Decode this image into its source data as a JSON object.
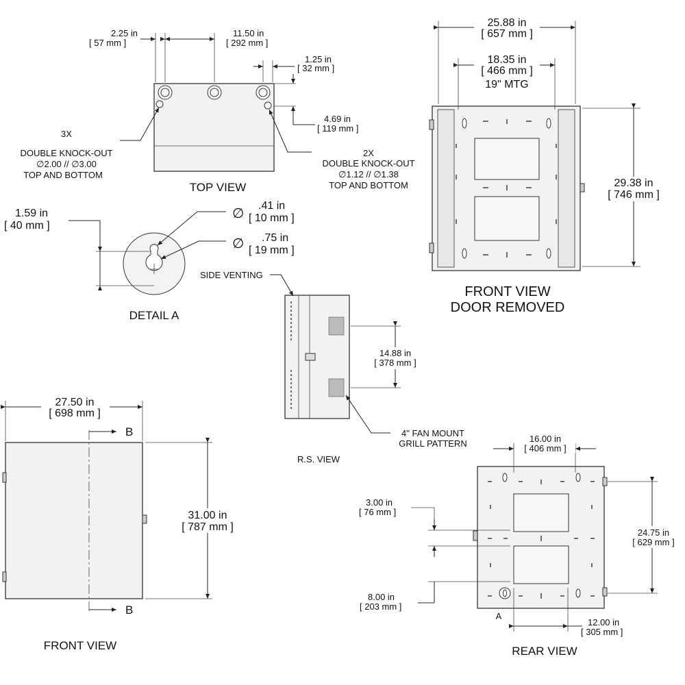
{
  "top_view": {
    "title": "TOP VIEW",
    "dim_a_in": "2.25 in",
    "dim_a_mm": "[ 57 mm ]",
    "dim_b_in": "11.50 in",
    "dim_b_mm": "[ 292 mm ]",
    "dim_c_in": "1.25 in",
    "dim_c_mm": "[ 32 mm ]",
    "dim_d_in": "4.69 in",
    "dim_d_mm": "[ 119 mm ]",
    "ko3_l1": "3X",
    "ko3_l2": "DOUBLE KNOCK-OUT",
    "ko3_l3": "∅2.00  //  ∅3.00",
    "ko3_l4": "TOP AND BOTTOM",
    "ko2_l1": "2X",
    "ko2_l2": "DOUBLE KNOCK-OUT",
    "ko2_l3": "∅1.12  //  ∅1.38",
    "ko2_l4": "TOP AND BOTTOM"
  },
  "detail_a": {
    "title": "DETAIL A",
    "height_in": "1.59 in",
    "height_mm": "[ 40 mm ]",
    "d1_sym": "∅",
    "d1_in": ".41 in",
    "d1_mm": "[ 10 mm ]",
    "d2_sym": "∅",
    "d2_in": ".75 in",
    "d2_mm": "[ 19 mm ]"
  },
  "front_door_removed": {
    "title_l1": "FRONT VIEW",
    "title_l2": "DOOR REMOVED",
    "width_in": "25.88 in",
    "width_mm": "[ 657 mm ]",
    "mtg_in": "18.35 in",
    "mtg_mm": "[ 466 mm ]",
    "mtg_label": "19\" MTG",
    "height_in": "29.38 in",
    "height_mm": "[ 746 mm ]"
  },
  "rs_view": {
    "title": "R.S. VIEW",
    "venting": "SIDE VENTING",
    "spacing_in": "14.88 in",
    "spacing_mm": "[ 378 mm ]",
    "fan_l1": "4\" FAN MOUNT",
    "fan_l2": "GRILL PATTERN"
  },
  "front_view": {
    "title": "FRONT VIEW",
    "width_in": "27.50 in",
    "width_mm": "[ 698 mm ]",
    "height_in": "31.00 in",
    "height_mm": "[ 787 mm ]",
    "section_top": "B",
    "section_bottom": "B"
  },
  "rear_view": {
    "title": "REAR VIEW",
    "width_in": "16.00 in",
    "width_mm": "[ 406 mm ]",
    "dim3_in": "3.00 in",
    "dim3_mm": "[ 76 mm ]",
    "dim8_in": "8.00 in",
    "dim8_mm": "[ 203 mm ]",
    "height_in": "24.75 in",
    "height_mm": "[ 629 mm ]",
    "bottom_in": "12.00 in",
    "bottom_mm": "[ 305 mm ]",
    "detail_ref": "A"
  }
}
